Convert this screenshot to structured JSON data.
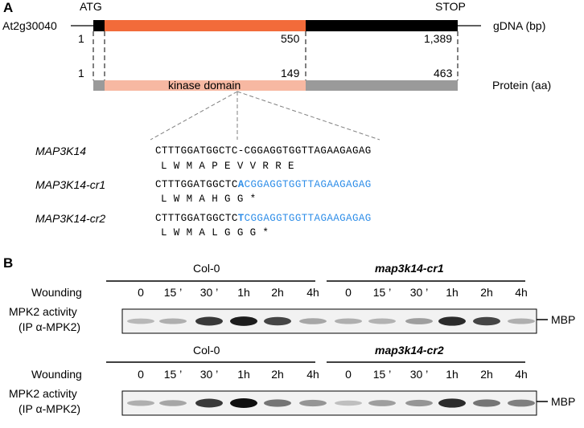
{
  "panel_a": {
    "label": "A",
    "gene_name": "At2g30040",
    "start_codon": "ATG",
    "stop_codon": "STOP",
    "gdna_unit": "gDNA (bp)",
    "protein_unit": "Protein (aa)",
    "gdna_positions": [
      "1",
      "550",
      "1,389"
    ],
    "protein_positions": [
      "1",
      "149",
      "463"
    ],
    "domain_label": "kinase domain",
    "colors": {
      "kinase_gdna": "#f26b3a",
      "kinase_protein": "#f7b8a2",
      "protein_bar": "#9a9a9a",
      "gdna_bar": "#000000",
      "mutation": "#2f8ee8"
    },
    "sequences": [
      {
        "name": "MAP3K14",
        "dna": "CTTTGGATGGCTC-CGGAGGTGGTTAGAAGAGAG",
        "dna_prefix": "CTTTGGATGGCTC-CGGAGGTGGTTAGAAGAGAG",
        "dna_mut": "",
        "dna_suffix": "",
        "aa": "L   W   M   A   P   E   V   V   R   R   E"
      },
      {
        "name": "MAP3K14-cr1",
        "dna_prefix": "CTTTGGATGGCTC",
        "dna_mut": "A",
        "dna_suffix": "CGGAGGTGGTTAGAAGAGAG",
        "aa": "L   W   M   A   H   G   G   *"
      },
      {
        "name": "MAP3K14-cr2",
        "dna_prefix": "CTTTGGATGGCTC",
        "dna_mut": "T",
        "dna_suffix": "CGGAGGTGGTTAGAAGAGAG",
        "aa": "L   W   M   A   L   G   G   G   *"
      }
    ]
  },
  "panel_b": {
    "label": "B",
    "blots": [
      {
        "group_left": "Col-0",
        "group_right": "map3k14-cr1",
        "wounding_label": "Wounding",
        "timepoints": [
          "0",
          "15 ’",
          "30 ’",
          "1h",
          "2h",
          "4h",
          "0",
          "15 ’",
          "30 ’",
          "1h",
          "2h",
          "4h"
        ],
        "row_label_line1": "MPK2 activity",
        "row_label_line2": "(IP α-MPK2)",
        "band_label": "MBP",
        "band_intensity": [
          0.25,
          0.3,
          0.85,
          0.95,
          0.8,
          0.35,
          0.3,
          0.28,
          0.4,
          0.9,
          0.8,
          0.3
        ]
      },
      {
        "group_left": "Col-0",
        "group_right": "map3k14-cr2",
        "wounding_label": "Wounding",
        "timepoints": [
          "0",
          "15 ’",
          "30 ’",
          "1h",
          "2h",
          "4h",
          "0",
          "15 ’",
          "30 ’",
          "1h",
          "2h",
          "4h"
        ],
        "row_label_line1": "MPK2 activity",
        "row_label_line2": "(IP α-MPK2)",
        "band_label": "MBP",
        "band_intensity": [
          0.3,
          0.35,
          0.85,
          1.0,
          0.6,
          0.45,
          0.2,
          0.4,
          0.45,
          0.9,
          0.6,
          0.55
        ]
      }
    ]
  }
}
